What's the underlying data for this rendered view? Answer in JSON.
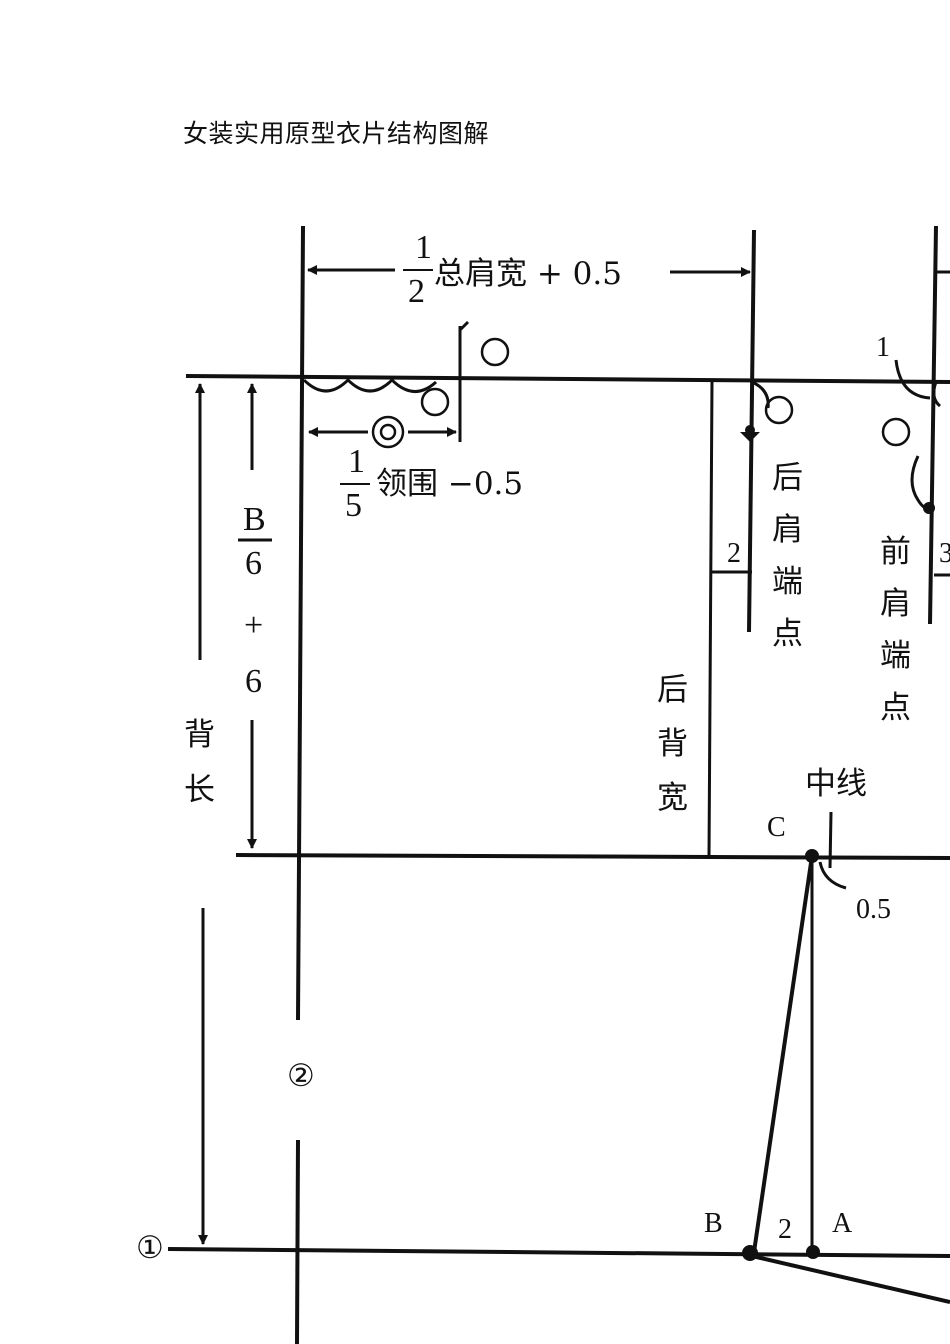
{
  "title": "女装实用原型衣片结构图解",
  "labels": {
    "shoulder_frac_num": "1",
    "shoulder_frac_den": "2",
    "shoulder_text": "总肩宽 + 0.5",
    "neck_frac_num": "1",
    "neck_frac_den": "5",
    "neck_text": "领围 −0.5",
    "bust_num": "B",
    "bust_den": "6",
    "plus": "+",
    "six": "6",
    "back_length_1": "背",
    "back_length_2": "长",
    "back_shoulder_1": "后",
    "back_shoulder_2": "肩",
    "back_shoulder_3": "端",
    "back_shoulder_4": "点",
    "front_shoulder_1": "前",
    "front_shoulder_2": "肩",
    "front_shoulder_3": "端",
    "front_shoulder_4": "点",
    "back_width_1": "后",
    "back_width_2": "背",
    "back_width_3": "宽",
    "center_line": "中线",
    "point_c": "C",
    "point_b": "B",
    "point_a": "A",
    "val_05": "0.5",
    "val_2_shoulder": "2",
    "val_2_ab": "2",
    "val_1": "1",
    "val_3": "3",
    "circle_1": "①",
    "circle_2": "②"
  }
}
